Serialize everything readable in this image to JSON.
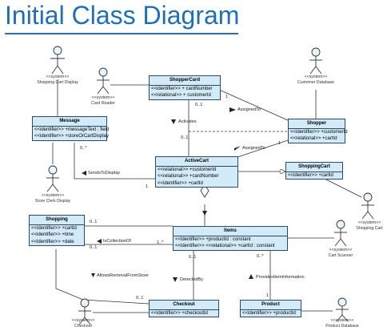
{
  "title": "Initial Class Diagram",
  "stereotype": "<<system>>",
  "classes": {
    "shoppercard": {
      "name": "ShopperCard",
      "attrs": [
        "<<identifier>> + cardNumber",
        "<<relational>> + customerId"
      ]
    },
    "message": {
      "name": "Message",
      "attrs": [
        "<<identifier>> +messageText : field",
        "<<identifier>> +storeOrCartDisplay"
      ]
    },
    "shopper": {
      "name": "Shopper",
      "attrs": [
        "<<identifier>> +customerId",
        "<<relational>> +cartId"
      ]
    },
    "activecart": {
      "name": "ActiveCart",
      "attrs": [
        "<<relational>> +customerId",
        "<<relational>> +cardNumber",
        "<<identifier>> +cartId"
      ]
    },
    "shoppingcart": {
      "name": "ShoppingCart",
      "attrs": [
        "<<identifier>> +cartId"
      ]
    },
    "shopping": {
      "name": "Shopping",
      "attrs": [
        "<<identifier>> +cartId",
        "<<identifier>> +time",
        "<<identifier>> +date"
      ]
    },
    "items": {
      "name": "Items",
      "attrs": [
        "<<identifier>> +productId : constant",
        "<<identifier>> <<relational>> +cartId : constant"
      ]
    },
    "checkout": {
      "name": "Checkout",
      "attrs": [
        "<<identifier>> +checkoutId"
      ]
    },
    "product": {
      "name": "Product",
      "attrs": [
        "<<identifier>> +productId"
      ]
    }
  },
  "actors": {
    "shopping_cart_display": "Shopping Cart Display",
    "card_reader": "Card Reader",
    "customer_database": "Customer Database",
    "store_clerk_display": "Store Clerk Display",
    "shopping_cart": "Shopping Cart",
    "cart_scanner": "Cart Scanner",
    "checkout": "Checkout",
    "product_database": "Product Database"
  },
  "associations": {
    "assigned_to_1": "AssignedTo",
    "activates": "Activates",
    "assigned_to_2": "AssignedTo",
    "sends_to_display": "SendsToDisplay",
    "is_collection_of": "IsCollectionOf",
    "allows_removal_from_store": "AllowsRemovalFromStore",
    "detected_by": "DetectedBy",
    "provides_item_information": "ProvidesItemInformation"
  },
  "multiplicities": {
    "sc_shopper_near": "0..1",
    "sc_shopper_far": "1",
    "activates_near": "0..1",
    "shopper_ac": "1",
    "msg_many": "0..*",
    "ac_one": "1",
    "shopping_near": "0..1",
    "shopping_items_1": "0..1",
    "items_many": "1..*",
    "items_checkout": "0..1",
    "items_product": "0..*",
    "checkout_one": "0..1",
    "product_one": "1"
  }
}
